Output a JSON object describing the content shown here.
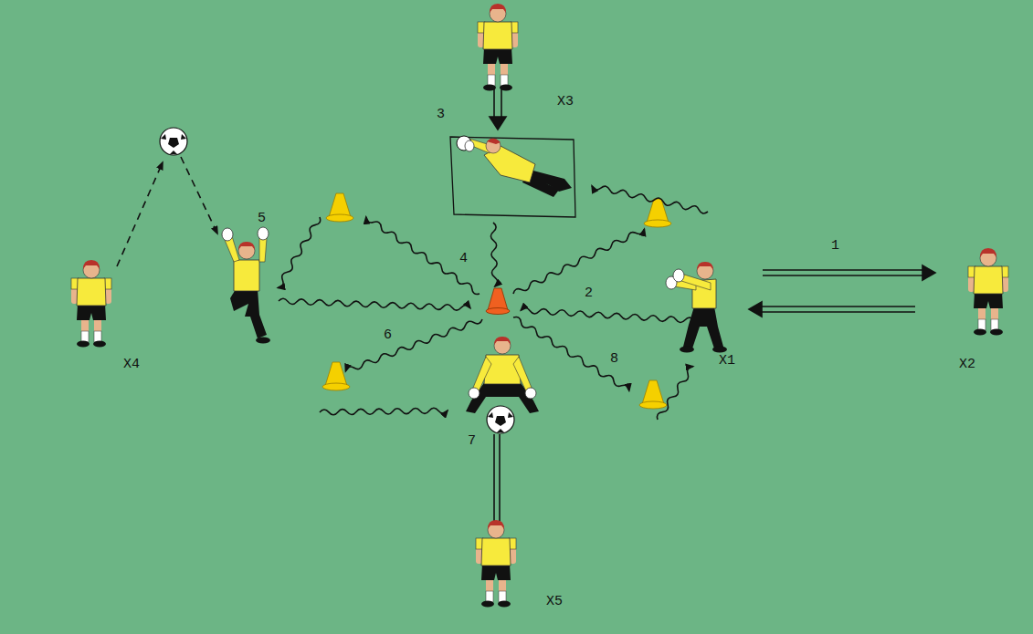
{
  "diagram": {
    "labels": [
      "X3",
      "3",
      "5",
      "4",
      "2",
      "1",
      "X4",
      "6",
      "8",
      "X1",
      "X2",
      "7",
      "X5"
    ]
  }
}
